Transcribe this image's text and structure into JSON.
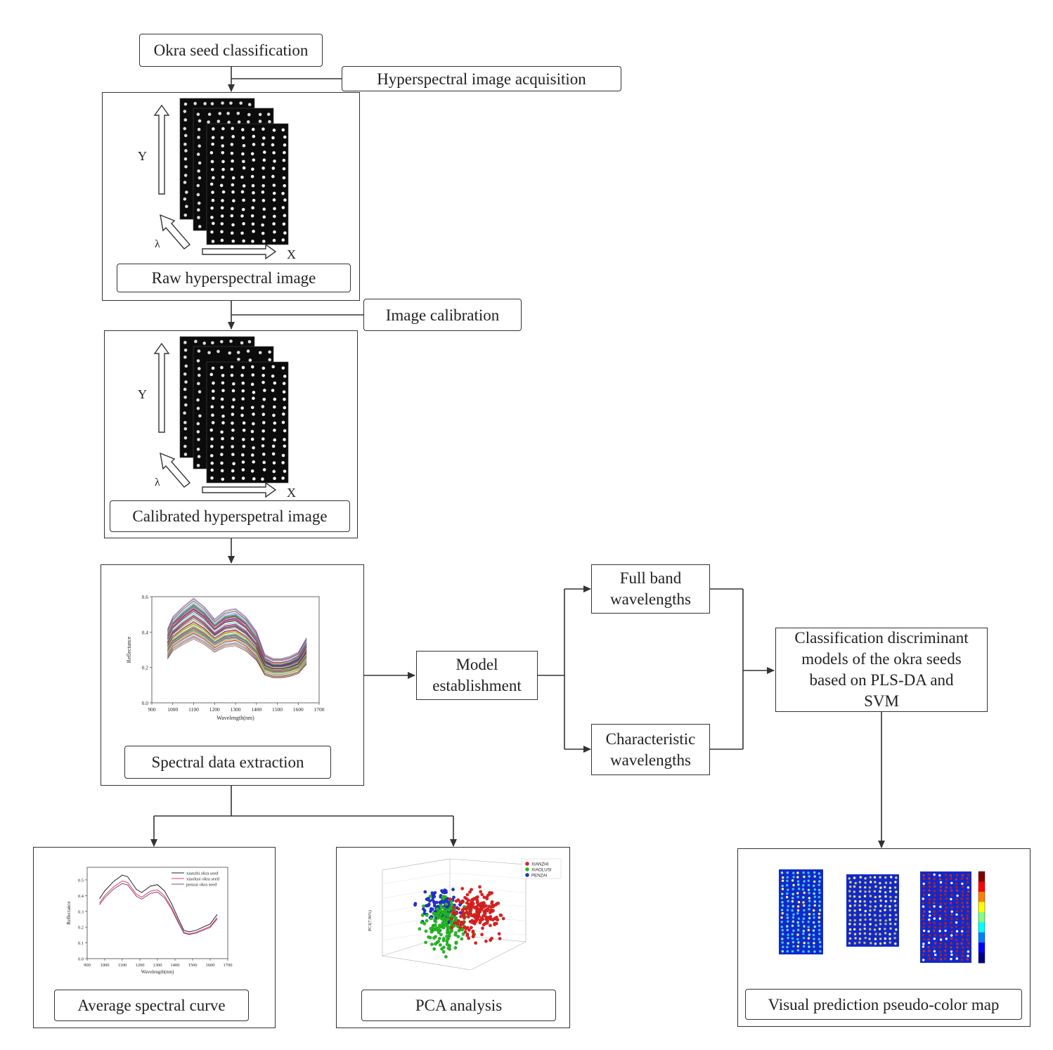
{
  "labels": {
    "okra_classification": "Okra seed classification",
    "acquisition": "Hyperspectral image acquisition",
    "raw_image": "Raw hyperspectral image",
    "calibration": "Image calibration",
    "calibrated_image": "Calibrated hyperspetral image",
    "spectral_extraction": "Spectral data extraction",
    "model_establishment": "Model\nestablishment",
    "full_band": "Full band\nwavelengths",
    "characteristic": "Characteristic\nwavelengths",
    "classification_models": "Classification discriminant\nmodels of the okra seeds\nbased on PLS-DA and\nSVM",
    "average_curve": "Average spectral curve",
    "pca": "PCA analysis",
    "pseudo_color": "Visual prediction pseudo-color map"
  },
  "cube_axes": {
    "y": "Y",
    "x": "X",
    "lambda": "λ"
  },
  "spectra_chart": {
    "xlabel": "Wavelength(nm)",
    "ylabel": "Reflectance",
    "xticks": [
      "900",
      "1000",
      "1100",
      "1200",
      "1300",
      "1400",
      "1500",
      "1600",
      "1700"
    ],
    "yticks": [
      "0.0",
      "0.2",
      "0.4",
      "0.6"
    ]
  },
  "avg_chart": {
    "xlabel": "Wavelength(nm)",
    "ylabel": "Reflectance",
    "xticks": [
      "900",
      "1000",
      "1100",
      "1200",
      "1300",
      "1400",
      "1500",
      "1600",
      "1700"
    ],
    "yticks": [
      "0.0",
      "0.1",
      "0.2",
      "0.3",
      "0.4",
      "0.5"
    ],
    "legend": [
      "xianzhi okra seed",
      "xiaolusi okra seed",
      "penzai okra seed"
    ]
  },
  "pca_chart": {
    "legend": [
      "XIANZHI",
      "XIAOLUSI",
      "PENZAI"
    ],
    "zlabel": "PC3(7.96%)"
  },
  "colors": {
    "xianzhi": "#e02020",
    "xiaolusi": "#22bb22",
    "penzai": "#2233cc"
  }
}
